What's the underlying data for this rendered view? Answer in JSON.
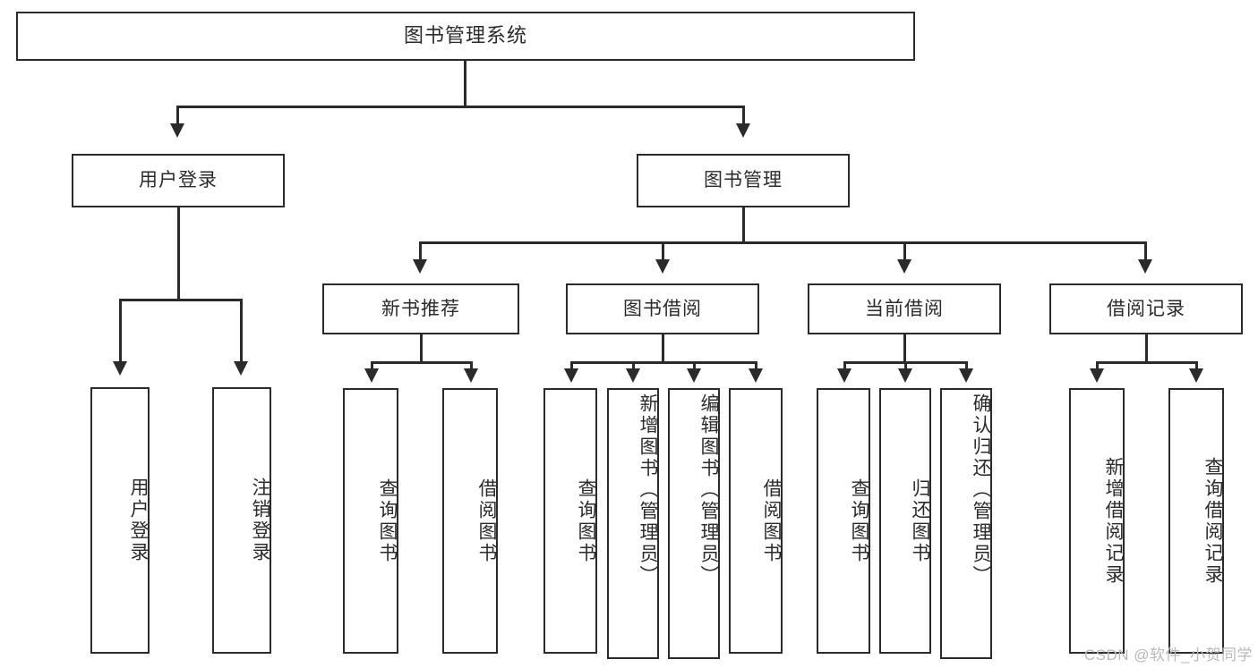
{
  "diagram": {
    "type": "tree",
    "title": "图书管理系统",
    "watermark": "CSDN @软件_小贺同学",
    "colors": {
      "stroke": "#2b2b2b",
      "fill": "#ffffff",
      "text": "#2b2b2b",
      "watermark": "#b9b9b9",
      "background": "#ffffff"
    },
    "root": {
      "label": "图书管理系统"
    },
    "level2": [
      {
        "label": "用户登录"
      },
      {
        "label": "图书管理"
      }
    ],
    "level3": [
      {
        "label": "新书推荐"
      },
      {
        "label": "图书借阅"
      },
      {
        "label": "当前借阅"
      },
      {
        "label": "借阅记录"
      }
    ],
    "leaves": {
      "user_login": [
        {
          "label": "用户登录"
        },
        {
          "label": "注销登录"
        }
      ],
      "new_book": [
        {
          "label": "查询图书"
        },
        {
          "label": "借阅图书"
        }
      ],
      "book_borrow": [
        {
          "label": "查询图书"
        },
        {
          "label": "新增图书（管理员）"
        },
        {
          "label": "编辑图书（管理员）"
        },
        {
          "label": "借阅图书"
        }
      ],
      "current_borrow": [
        {
          "label": "查询图书"
        },
        {
          "label": "归还图书"
        },
        {
          "label": "确认归还（管理员）"
        }
      ],
      "borrow_record": [
        {
          "label": "新增借阅记录"
        },
        {
          "label": "查询借阅记录"
        }
      ]
    }
  }
}
